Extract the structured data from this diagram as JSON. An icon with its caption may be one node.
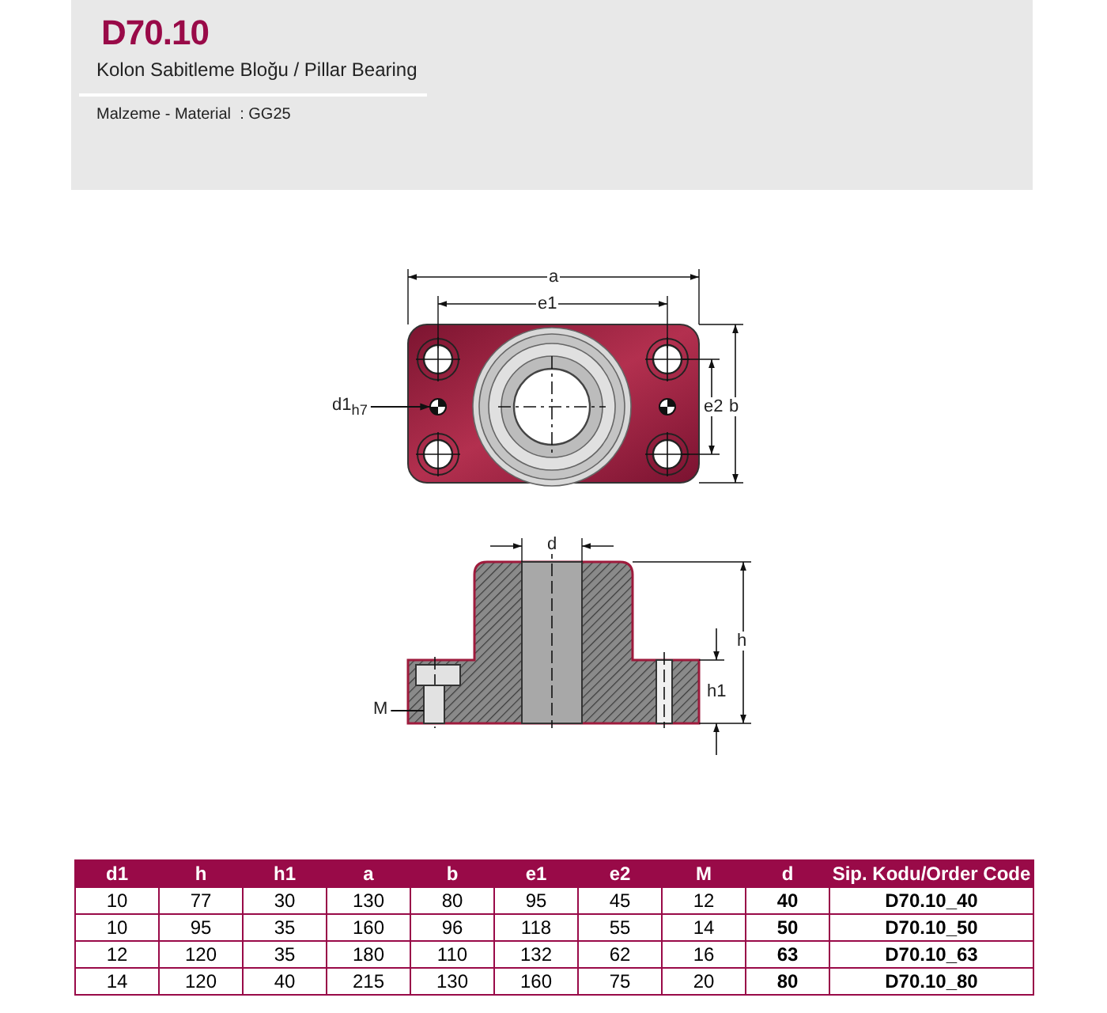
{
  "diagram": {
    "title": "D70.10",
    "nodes": [
      {
        "text": [
          "d1$_{h7}$"
        ]
      },
      {
        "text": [],
        "shape": "circle"
      },
      {
        "text": [
          "M"
        ]
      },
      {
        "text": [],
        "shape": "box"
      }
    ],
    "edges": [
      {
        "from": 0,
        "to": 1,
        "arrow": "to"
      },
      {
        "from": 2,
        "to": 3,
        "arrow": "none"
      }
    ],
    "labels": [
      "Kolon Sabitleme Bloğu / Pillar Bearing",
      "Malzeme - Material  : GG25",
      "a",
      "e1",
      "e2",
      "b",
      "d",
      "h",
      "h1",
      "d1",
      "h",
      "h1",
      "a",
      "b",
      "e1",
      "e2",
      "M",
      "d",
      "Sip. Kodu/Order Code",
      "10",
      "77",
      "30",
      "130",
      "80",
      "95",
      "45",
      "12",
      "40",
      "D70.10_40",
      "10",
      "95",
      "35",
      "160",
      "96",
      "118",
      "55",
      "14",
      "50",
      "D70.10_50",
      "12",
      "120",
      "35",
      "180",
      "110",
      "132",
      "62",
      "16",
      "63",
      "D70.10_63",
      "14",
      "120",
      "40",
      "215",
      "130",
      "160",
      "75",
      "20",
      "80",
      "D70.10_80"
    ]
  }
}
